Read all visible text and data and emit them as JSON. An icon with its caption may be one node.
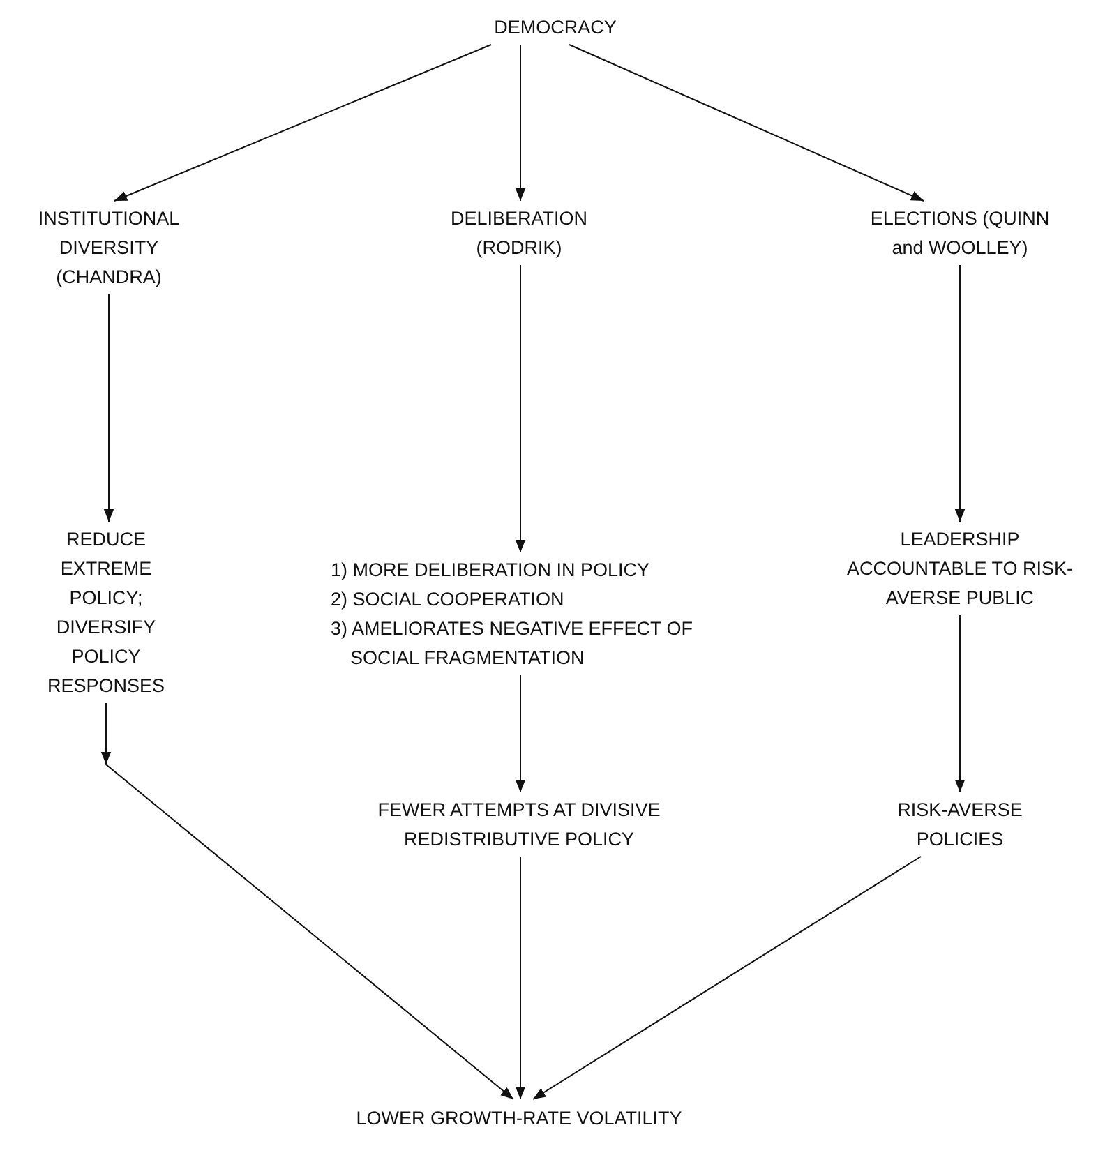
{
  "diagram": {
    "nodes": [
      {
        "text": [
          "DEMOCRACY"
        ]
      },
      {
        "text": [
          "INSTITUTIONAL DIVERSITY (CHANDRA)"
        ]
      },
      {
        "text": [
          "DELIBERATION (RODRIK)"
        ]
      },
      {
        "text": [
          "ELECTIONS (QUINN and WOOLLEY)"
        ]
      },
      {
        "text": [
          "REDUCE EXTREME POLICY; DIVERSIFY POLICY RESPONSES"
        ]
      },
      {
        "text": [
          "1) MORE DELIBERATION IN POLICY",
          "2) SOCIAL COOPERATION",
          "3) AMELIORATES NEGATIVE EFFECT OF SOCIAL FRAGMENTATION"
        ]
      },
      {
        "text": [
          "LEADERSHIP ACCOUNTABLE TO RISK-AVERSE PUBLIC"
        ]
      },
      {
        "text": [
          "FEWER ATTEMPTS AT DIVISIVE REDISTRIBUTIVE POLICY"
        ]
      },
      {
        "text": [
          "RISK-AVERSE POLICIES"
        ]
      },
      {
        "text": [
          "LOWER GROWTH-RATE VOLATILITY"
        ]
      }
    ],
    "edges": [
      {
        "from": 0,
        "to": 1,
        "arrow": "to"
      },
      {
        "from": 0,
        "to": 2,
        "arrow": "to"
      },
      {
        "from": 0,
        "to": 3,
        "arrow": "to"
      },
      {
        "from": 1,
        "to": 4,
        "arrow": "to"
      },
      {
        "from": 2,
        "to": 5,
        "arrow": "to"
      },
      {
        "from": 3,
        "to": 6,
        "arrow": "to"
      },
      {
        "from": 4,
        "to": 9,
        "arrow": "to"
      },
      {
        "from": 5,
        "to": 7,
        "arrow": "to"
      },
      {
        "from": 6,
        "to": 8,
        "arrow": "to"
      },
      {
        "from": 7,
        "to": 9,
        "arrow": "to"
      },
      {
        "from": 8,
        "to": 9,
        "arrow": "to"
      }
    ]
  }
}
